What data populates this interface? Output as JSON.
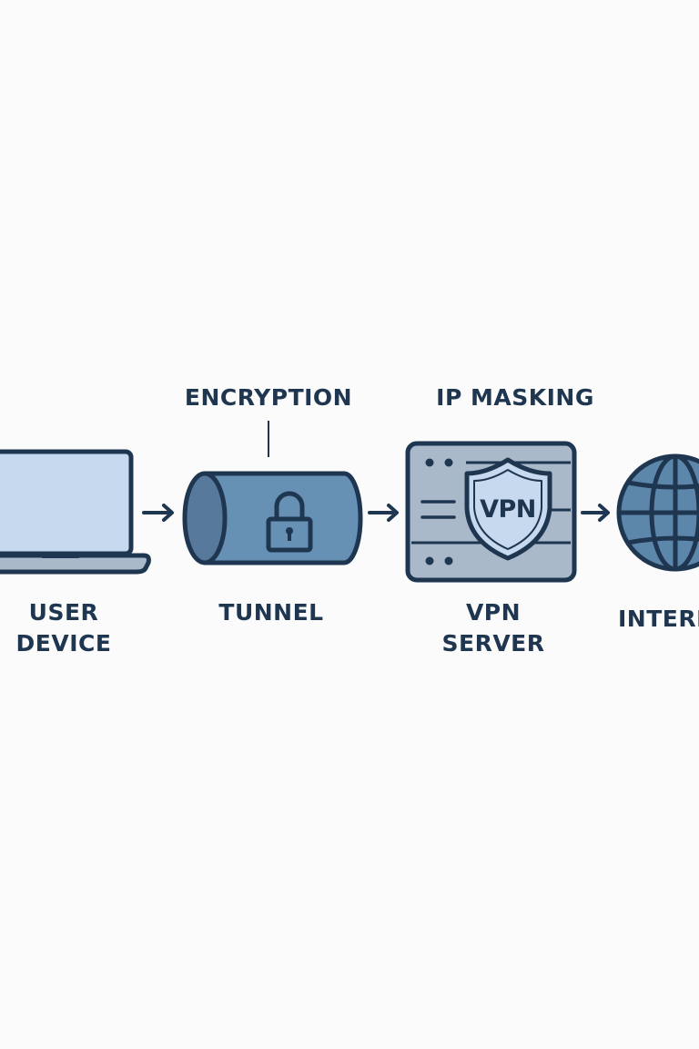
{
  "colors": {
    "background": "#fbfbfb",
    "stroke": "#1f3650",
    "text": "#1f3650",
    "screen_fill": "#c6d9ef",
    "tunnel_fill": "#6690b4",
    "tunnel_end_fill": "#57799c",
    "server_fill": "#a9b9ca",
    "shield_fill": "#c6d9ef",
    "globe_fill": "#5d86ab"
  },
  "labels": {
    "encryption": "ENCRYPTION",
    "ip_masking": "IP MASKING",
    "user_device_line1": "USER",
    "user_device_line2": "DEVICE",
    "tunnel": "TUNNEL",
    "vpn_server_line1": "VPN",
    "vpn_server_line2": "SERVER",
    "internet": "INTERNET",
    "shield_text": "VPN"
  },
  "icons": {
    "user_device": "laptop-icon",
    "tunnel": "tunnel-icon",
    "lock": "padlock-icon",
    "vpn_server": "server-icon",
    "shield": "shield-icon",
    "internet": "globe-icon",
    "arrow": "arrow-right-icon"
  }
}
